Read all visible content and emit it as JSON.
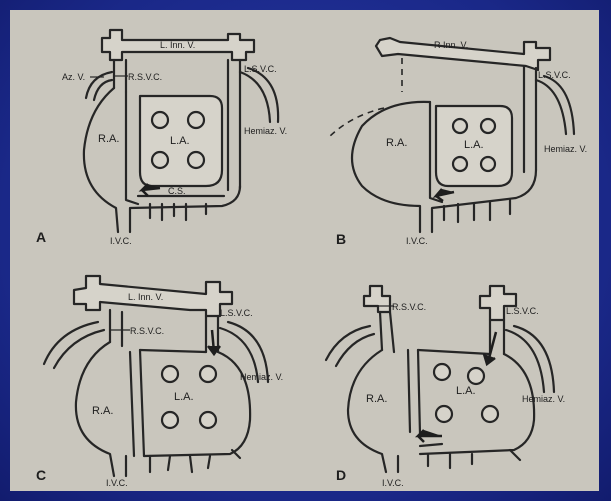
{
  "panels": {
    "a": {
      "letter": "A",
      "labels": {
        "l_inn_v": "L. Inn. V.",
        "az_v": "Az. V.",
        "r_svc": "R.S.V.C.",
        "l_svc": "L.S.V.C.",
        "ra": "R.A.",
        "la": "L.A.",
        "hemiaz_v": "Hemiaz. V.",
        "cs": "C.S.",
        "ivc": "I.V.C."
      }
    },
    "b": {
      "letter": "B",
      "labels": {
        "r_inn_v": "R Inn. V.",
        "l_svc": "L.S.V.C.",
        "ra": "R.A.",
        "la": "L.A.",
        "hemiaz_v": "Hemiaz. V.",
        "ivc": "I.V.C."
      }
    },
    "c": {
      "letter": "C",
      "labels": {
        "l_inn_v": "L. Inn. V.",
        "r_svc": "R.S.V.C.",
        "l_svc": "L.S.V.C.",
        "ra": "R.A.",
        "la": "L.A.",
        "hemiaz_v": "Hemiaz. V.",
        "ivc": "I.V.C."
      }
    },
    "d": {
      "letter": "D",
      "labels": {
        "r_svc": "R.S.V.C.",
        "l_svc": "L.S.V.C.",
        "ra": "R.A.",
        "la": "L.A.",
        "hemiaz_v": "Hemiaz. V.",
        "ivc": "I.V.C."
      }
    }
  },
  "colors": {
    "slide_background": "#1c2a8c",
    "figure_background": "#c9c6bd",
    "ink": "#262626"
  }
}
